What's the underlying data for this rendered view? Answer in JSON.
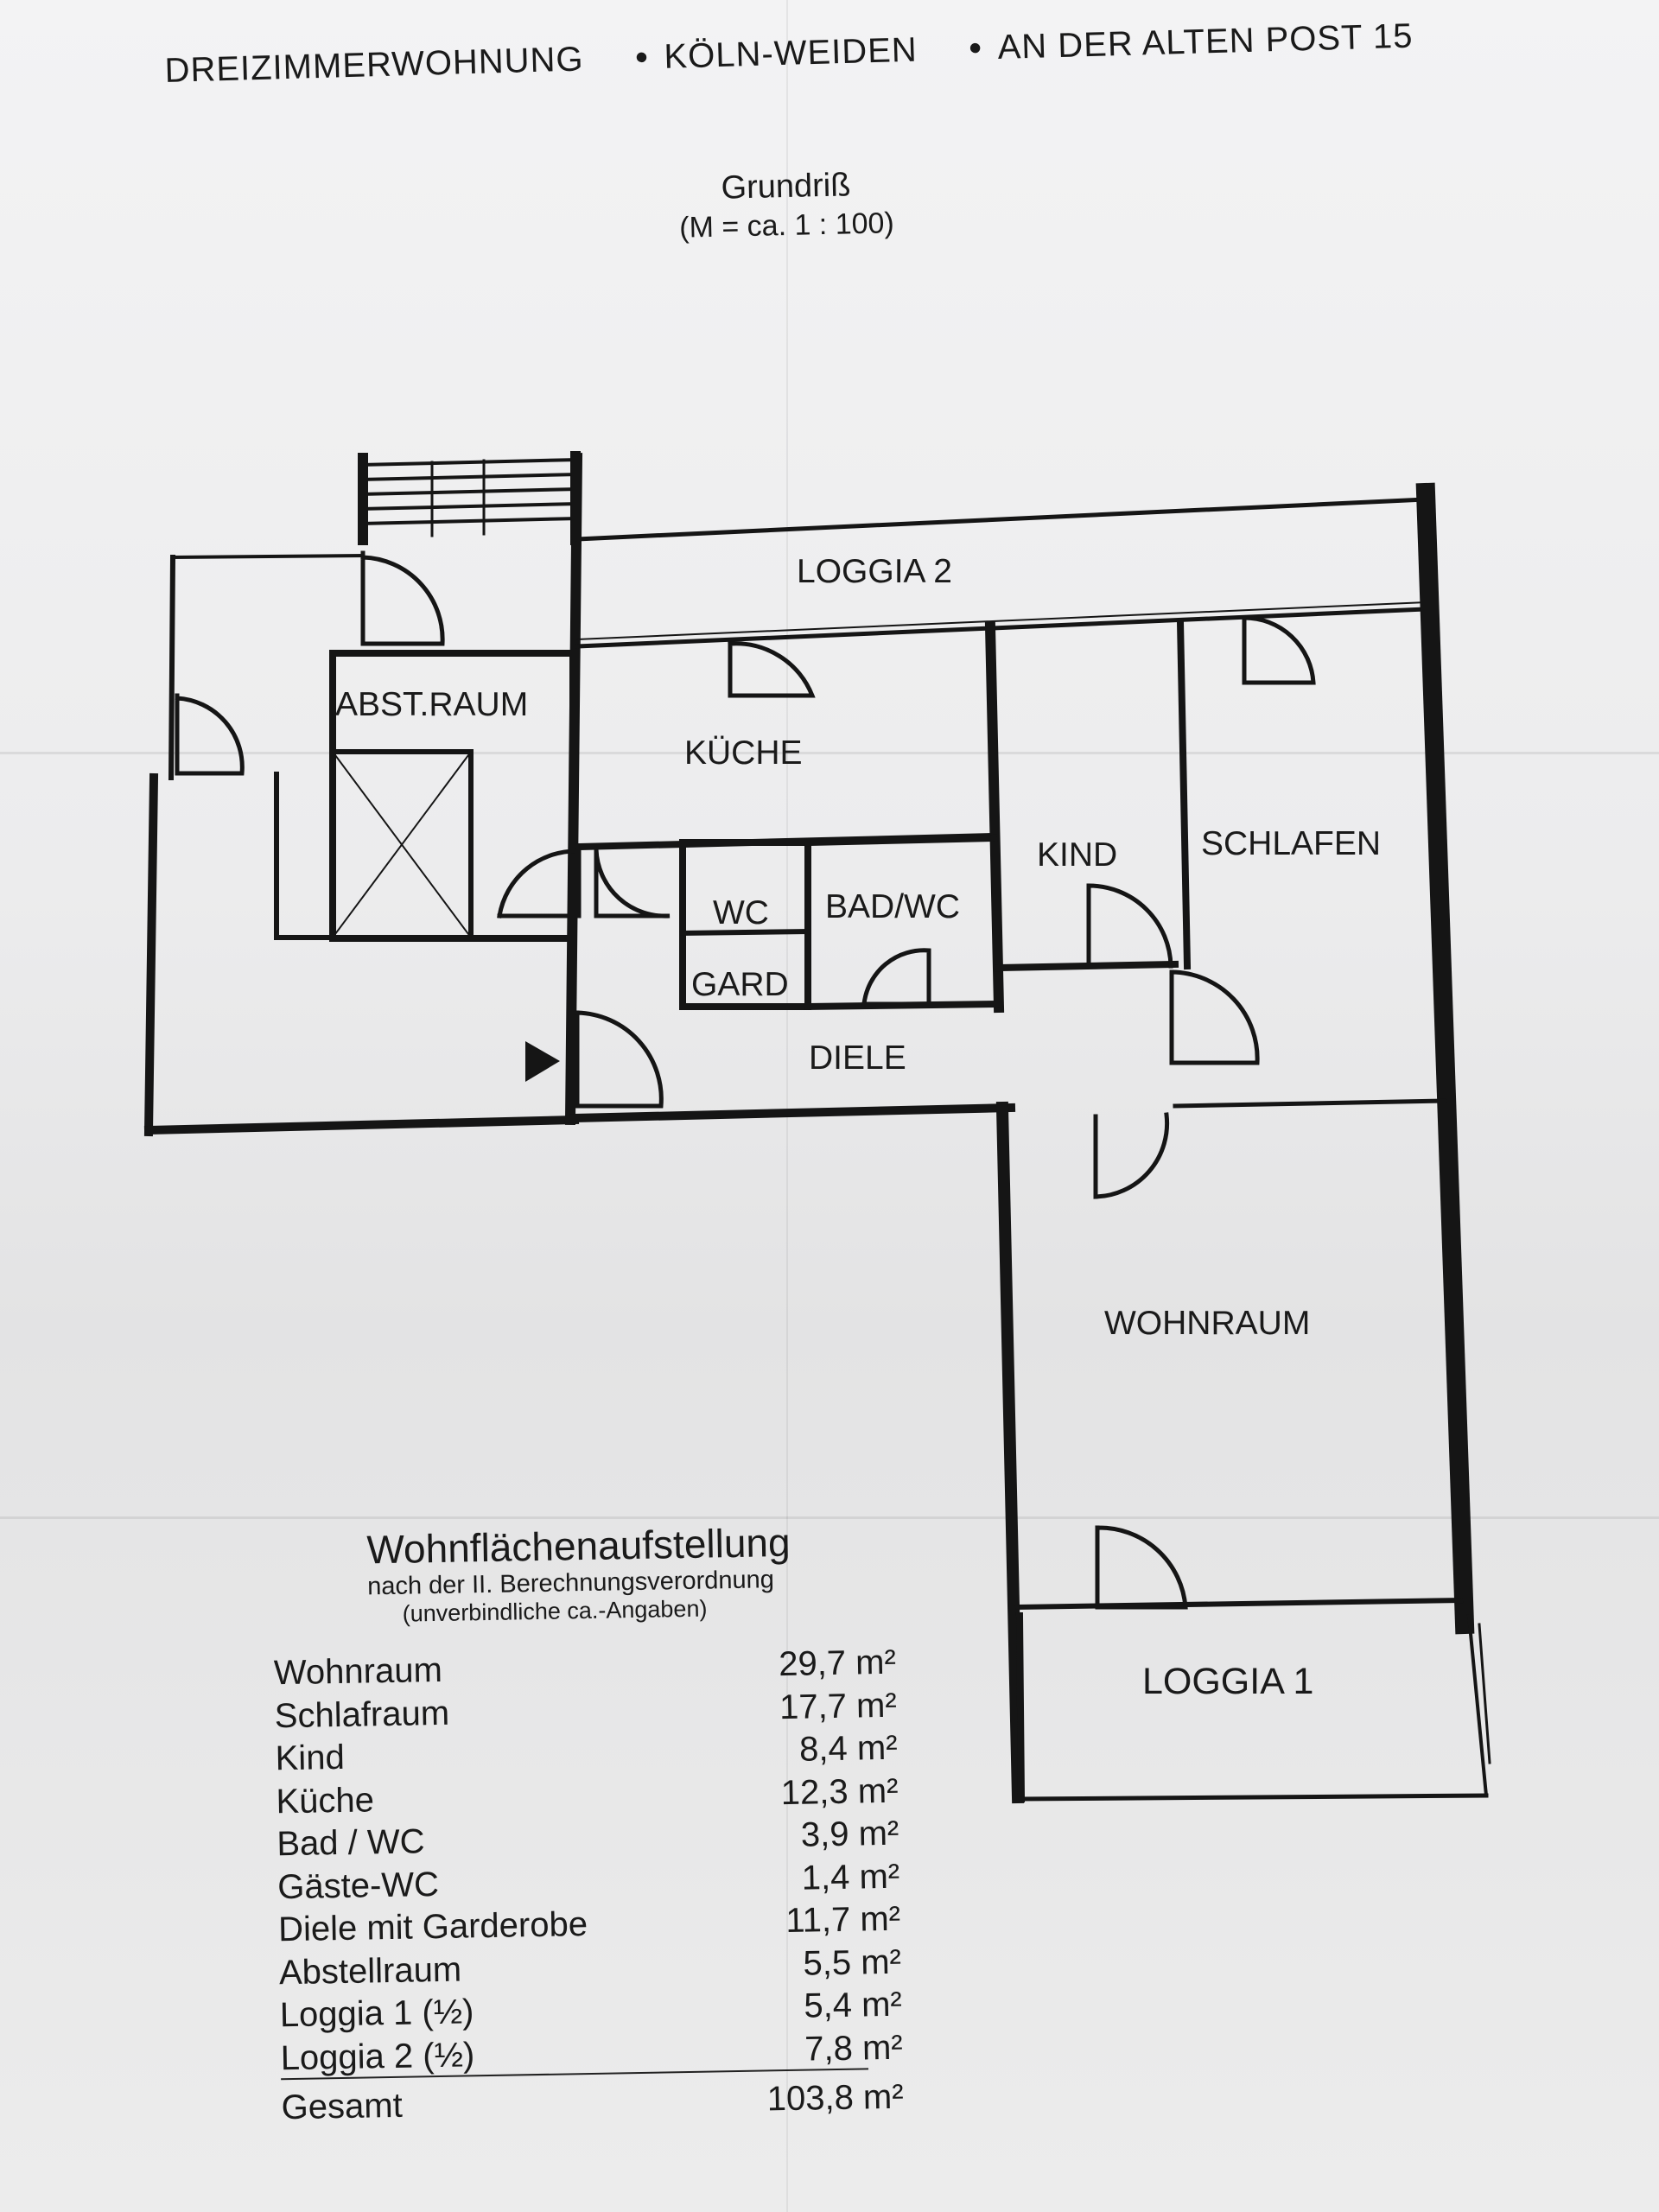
{
  "header": {
    "type": "DREIZIMMERWOHNUNG",
    "location": "KÖLN-WEIDEN",
    "address": "AN DER ALTEN POST 15"
  },
  "plan_title": "Grundriß",
  "scale": "(M = ca. 1 : 100)",
  "rooms": {
    "loggia2": "LOGGIA 2",
    "abstraum": "ABST.RAUM",
    "kueche": "KÜCHE",
    "kind": "KIND",
    "schlafen": "SCHLAFEN",
    "wc": "WC",
    "bad": "BAD/WC",
    "gard": "GARD",
    "diele": "DIELE",
    "wohnraum": "WOHNRAUM",
    "loggia1": "LOGGIA 1"
  },
  "area_table": {
    "title": "Wohnflächenaufstellung",
    "subtitle": "nach der II. Berechnungsverordnung",
    "note": "(unverbindliche ca.-Angaben)",
    "rows": [
      {
        "name": "Wohnraum",
        "value": "29,7 m²"
      },
      {
        "name": "Schlafraum",
        "value": "17,7 m²"
      },
      {
        "name": "Kind",
        "value": "8,4 m²"
      },
      {
        "name": "Küche",
        "value": "12,3 m²"
      },
      {
        "name": "Bad / WC",
        "value": "3,9 m²"
      },
      {
        "name": "Gäste-WC",
        "value": "1,4 m²"
      },
      {
        "name": "Diele mit Garderobe",
        "value": "11,7 m²"
      },
      {
        "name": "Abstellraum",
        "value": "5,5 m²"
      },
      {
        "name": "Loggia 1 (½)",
        "value": "5,4 m²"
      },
      {
        "name": "Loggia 2 (½)",
        "value": "7,8 m²"
      }
    ],
    "total_label": "Gesamt",
    "total_value": "103,8 m²"
  }
}
